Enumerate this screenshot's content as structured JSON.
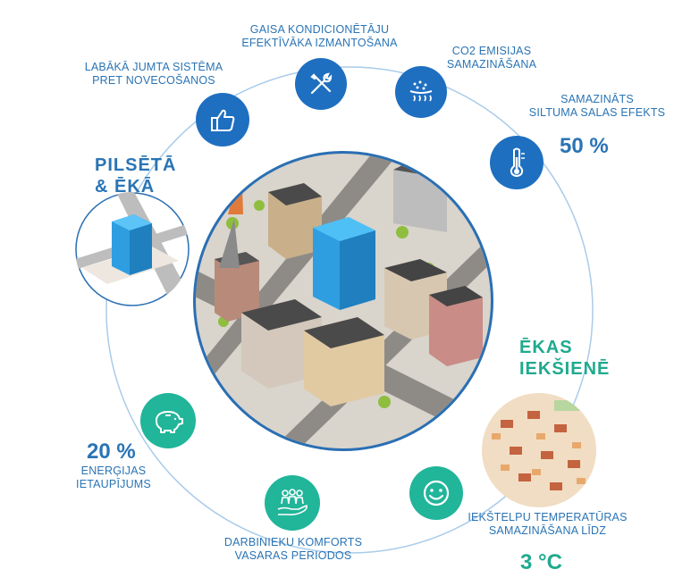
{
  "headings": {
    "city_building": [
      "PILSĒTĀ",
      "& ĒKĀ"
    ],
    "inside_building": [
      "ĒKAS",
      "IEKŠIENĒ"
    ]
  },
  "benefits": {
    "roof": [
      "LABĀKĀ JUMTA SISTĒMA",
      "PRET NOVECOŠANOS"
    ],
    "ac": [
      "GAISA KONDICIONĒTĀJU",
      "EFEKTĪVĀKA IZMANTOŠANA"
    ],
    "co2": [
      "CO2 EMISIJAS",
      "SAMAZINĀŠANA"
    ],
    "heat_island": [
      "SAMAZINĀTS",
      "SILTUMA SALAS EFEKTS"
    ],
    "heat_island_value": "50 %",
    "energy_value": "20 %",
    "energy": [
      "ENERĢIJAS",
      "IETAUPĪJUMS"
    ],
    "comfort": [
      "DARBINIEKU KOMFORTS",
      "VASARAS PERIODOS"
    ],
    "temperature": [
      "IEKŠTELPU TEMPERATŪRAS",
      "SAMAZINĀŠANA LĪDZ"
    ],
    "temperature_value": "3 °C"
  },
  "icons": {
    "roof": "thumbs-up-icon",
    "ac": "tools-icon",
    "co2": "emission-icon",
    "heat_island": "thermometer-icon",
    "energy": "piggy-bank-icon",
    "comfort": "people-hand-icon",
    "temperature": "smiley-icon"
  },
  "colors": {
    "blue": "#1f6fc0",
    "teal": "#21b59a",
    "text_blue": "#2a74b5",
    "text_teal": "#1faa8e",
    "ring": "#9fc3e6"
  }
}
